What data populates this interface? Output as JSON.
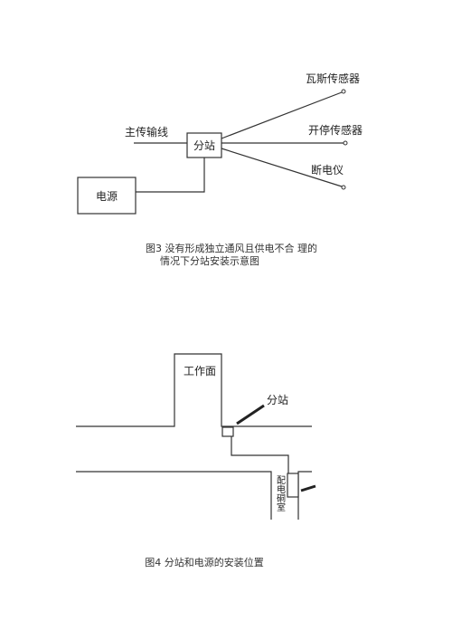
{
  "figure3": {
    "labels": {
      "trunk_line": "主传输线",
      "substation": "分站",
      "power": "电源",
      "gas_sensor": "瓦斯传感器",
      "switch_sensor": "开停传感器",
      "breaker": "断电仪"
    },
    "caption_line1": "图3 没有形成独立通风且供电不合 理的",
    "caption_line2": "情况下分站安装示意图"
  },
  "figure4": {
    "labels": {
      "work_face": "工作面",
      "substation": "分站",
      "distribution_room": "配电硐室"
    },
    "caption": "图4 分站和电源的安装位置"
  }
}
